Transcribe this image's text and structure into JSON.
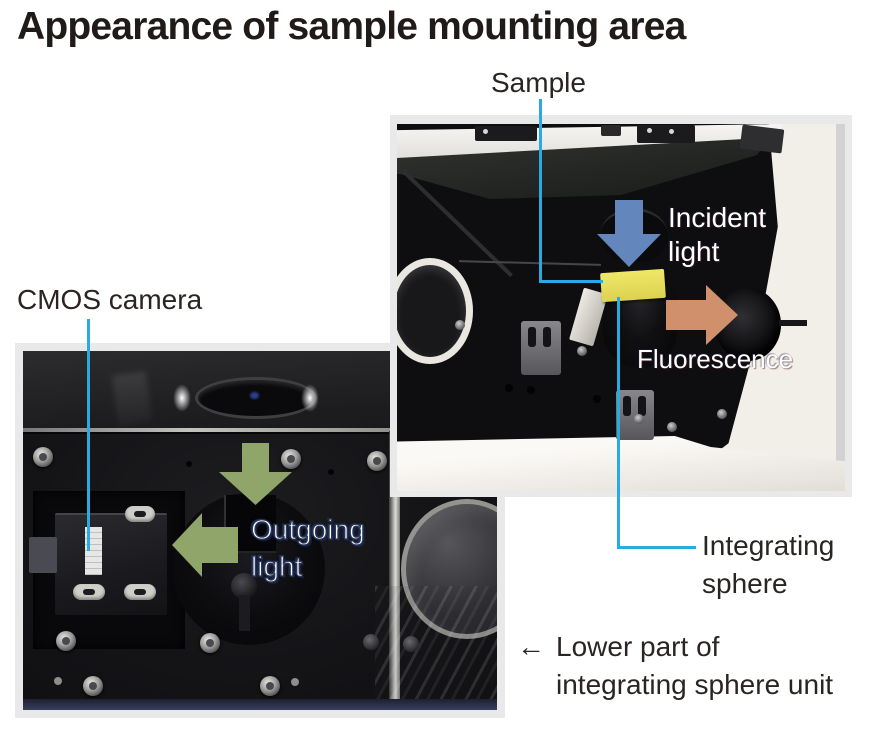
{
  "title": "Appearance of sample mounting area",
  "labels": {
    "sample": "Sample",
    "cmos_camera": "CMOS camera",
    "incident_line1": "Incident",
    "incident_line2": "light",
    "fluorescence": "Fluorescence",
    "outgoing_line1": "Outgoing",
    "outgoing_line2": "light",
    "integrating_line1": "Integrating",
    "integrating_line2": "sphere",
    "note_arrow": "←",
    "note_line1": "Lower part of",
    "note_line2": "integrating sphere unit"
  },
  "colors": {
    "title_text": "#201b19",
    "label_text": "#2a2422",
    "leader_line": "#29abe2",
    "incident_arrow": "#6386bd",
    "fluorescence_arrow": "#d1906c",
    "outgoing_arrow": "#8fa56a",
    "sample_chip": "#e8e15e",
    "photo_matte": "#e9e9ea"
  }
}
